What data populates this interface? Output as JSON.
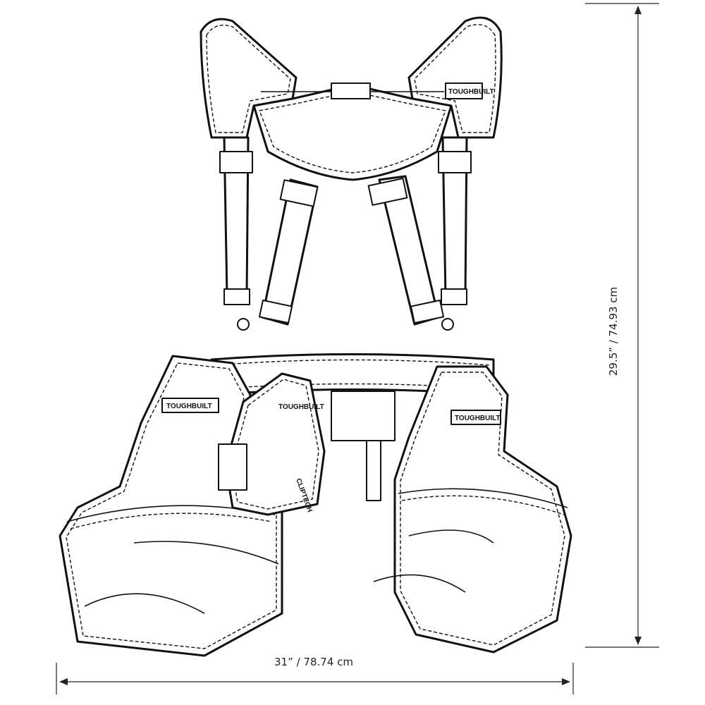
{
  "dimensions": {
    "width_label": "31” / 78.74 cm",
    "height_label": "29.5”  /  74.93 cm"
  },
  "logos": [
    "TOUGHBUILT",
    "CLIPTECH"
  ],
  "colors": {
    "line": "#111111",
    "background": "#ffffff"
  }
}
